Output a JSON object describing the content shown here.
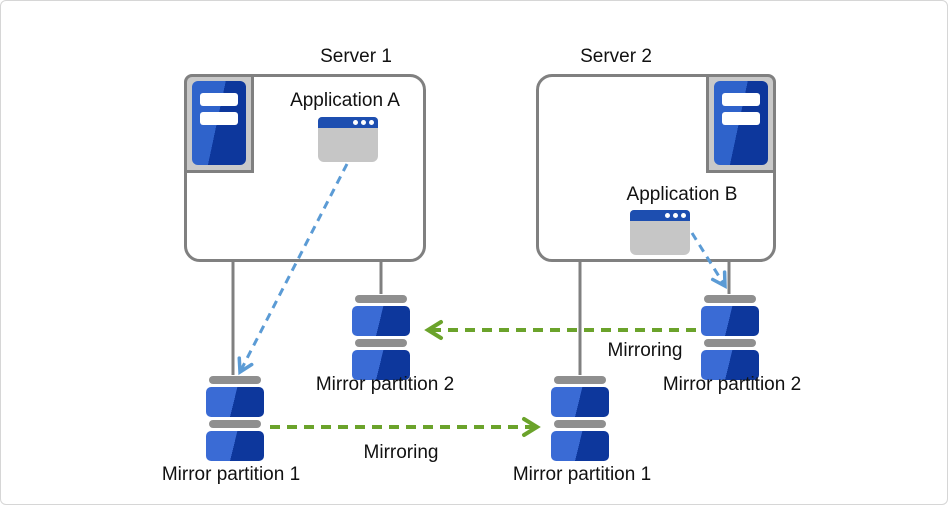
{
  "diagram": {
    "servers": [
      {
        "title": "Server 1",
        "application": "Application A"
      },
      {
        "title": "Server 2",
        "application": "Application B"
      }
    ],
    "partitions": [
      {
        "label": "Mirror partition 1"
      },
      {
        "label": "Mirror partition 2"
      },
      {
        "label": "Mirror partition 1"
      },
      {
        "label": "Mirror partition 2"
      }
    ],
    "mirroring_arrows": [
      {
        "label": "Mirroring",
        "direction": "right-to-left"
      },
      {
        "label": "Mirroring",
        "direction": "left-to-right"
      }
    ],
    "icons": [
      "server-tower-icon",
      "application-window-icon",
      "disk-partition-icon"
    ],
    "colors": {
      "outline_gray": "#808080",
      "icon_frame_gray": "#c9c9c9",
      "disk_blue_light": "#3a6bd5",
      "disk_blue_dark": "#0d379c",
      "titlebar_blue": "#1d4eb0",
      "window_body_gray": "#c6c6c6",
      "arrow_green": "#6ba32b",
      "arrow_blue": "#5b9bd5"
    }
  }
}
